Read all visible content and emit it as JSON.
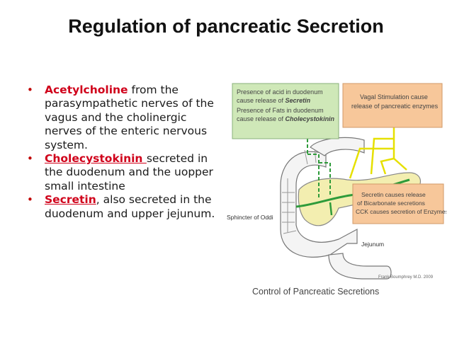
{
  "slide": {
    "title": "Regulation of pancreatic Secretion",
    "bullets": [
      {
        "term": "Acetylcholine",
        "text": " from the parasympathetic nerves of the vagus and the cholinergic nerves of the enteric nervous system."
      },
      {
        "term": "Cholecystokinin ",
        "text": "secreted in the duodenum and the uopper small intestine"
      },
      {
        "term": "Secretin",
        "text": ", also secreted in the duodenum and upper jejunum."
      }
    ]
  },
  "figure": {
    "box_acid_fats": {
      "line1": "Presence of acid in duodenum",
      "line2a": "cause release of ",
      "line2b": "Secretin",
      "line3": "Presence of Fats in duodenum",
      "line4a": "cause release of ",
      "line4b": "Cholecystokinin"
    },
    "box_vagal": {
      "line1": "Vagal Stimulation cause",
      "line2": "release of pancreatic enzymes"
    },
    "box_secretin": {
      "line1": "Secretin causes release",
      "line2": "of Bicarbonate secretions",
      "line3": "CCK causes secretion of Enzymes"
    },
    "label_sphincter": "Sphincter of Oddi",
    "label_jejunum": "Jejunum",
    "credit": "Frank Boumphrey M.D. 2009",
    "caption": "Control of Pancreatic Secretions",
    "colors": {
      "green_box": "#cfe8b8",
      "orange_box": "#f7c79a",
      "pancreas": "#f3eeb0",
      "green_line": "#2e9b3a",
      "yellow_line": "#e6e000"
    }
  }
}
